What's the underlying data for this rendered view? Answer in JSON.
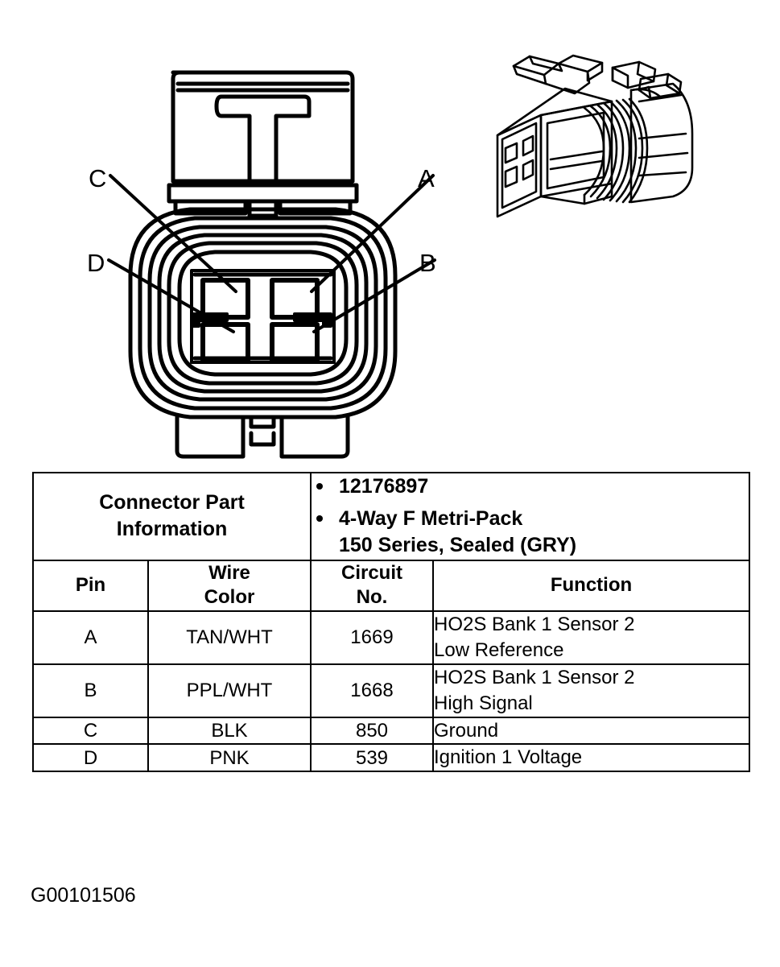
{
  "figure": {
    "id_label": "G00101506",
    "face_view_name": "connector-face-view",
    "iso_view_name": "connector-isometric-view",
    "callouts": [
      {
        "label": "C",
        "pin": "C",
        "position": "upper-left"
      },
      {
        "label": "A",
        "pin": "A",
        "position": "upper-right"
      },
      {
        "label": "D",
        "pin": "D",
        "position": "lower-left"
      },
      {
        "label": "B",
        "pin": "B",
        "position": "lower-right"
      }
    ]
  },
  "table": {
    "info_row": {
      "label_line1": "Connector Part",
      "label_line2": "Information",
      "bullets": [
        {
          "line1": "12176897",
          "line2": ""
        },
        {
          "line1": "4-Way F Metri-Pack",
          "line2": "150 Series, Sealed (GRY)"
        }
      ]
    },
    "headers": {
      "pin": "Pin",
      "wire_color_line1": "Wire",
      "wire_color_line2": "Color",
      "circuit_line1": "Circuit",
      "circuit_line2": "No.",
      "function": "Function"
    },
    "rows": [
      {
        "pin": "A",
        "wire_color": "TAN/WHT",
        "circuit_no": "1669",
        "function_line1": "HO2S Bank 1 Sensor 2",
        "function_line2": "Low Reference"
      },
      {
        "pin": "B",
        "wire_color": "PPL/WHT",
        "circuit_no": "1668",
        "function_line1": "HO2S Bank 1 Sensor 2",
        "function_line2": "High Signal"
      },
      {
        "pin": "C",
        "wire_color": "BLK",
        "circuit_no": "850",
        "function_line1": "Ground",
        "function_line2": ""
      },
      {
        "pin": "D",
        "wire_color": "PNK",
        "circuit_no": "539",
        "function_line1": "Ignition 1 Voltage",
        "function_line2": ""
      }
    ]
  },
  "colors": {
    "ink": "#000000",
    "paper": "#ffffff"
  }
}
